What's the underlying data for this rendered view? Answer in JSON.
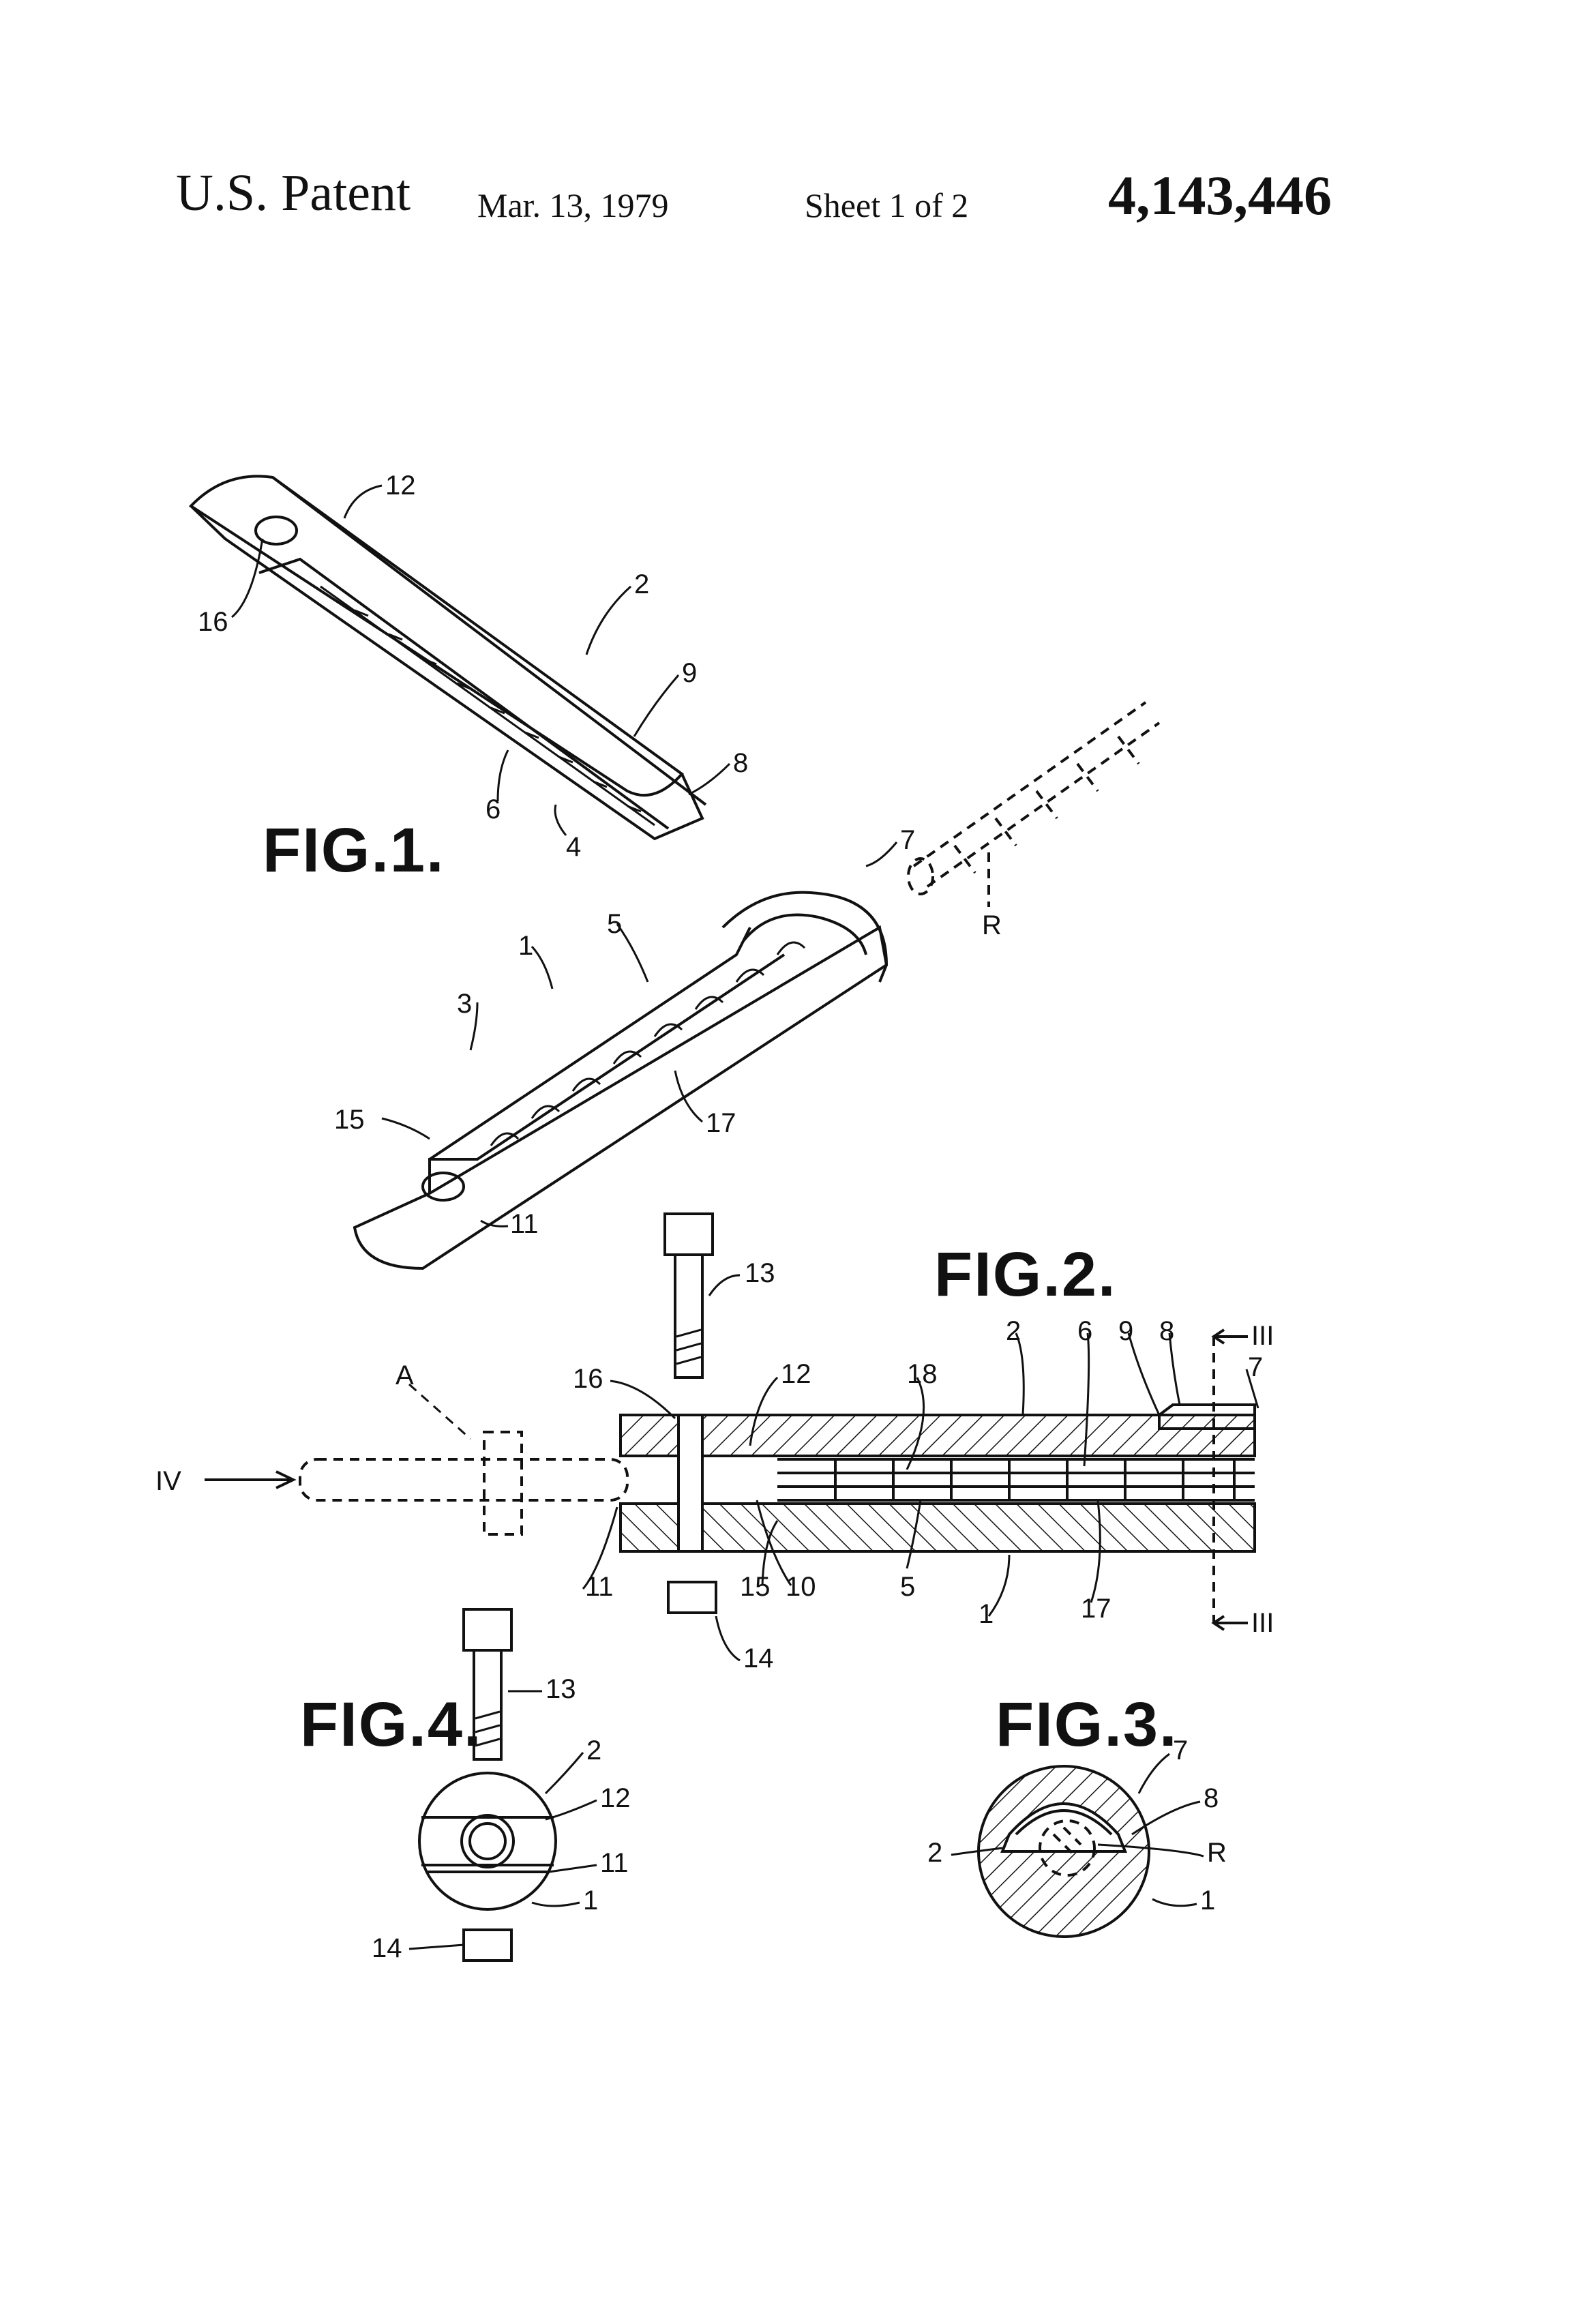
{
  "header": {
    "title": "U.S. Patent",
    "date": "Mar. 13, 1979",
    "sheet": "Sheet 1 of 2",
    "patent_number": "4,143,446"
  },
  "figures": {
    "fig1": {
      "label": "FIG.1.",
      "refs": [
        "12",
        "16",
        "2",
        "9",
        "8",
        "6",
        "4",
        "7",
        "R",
        "5",
        "1",
        "3",
        "15",
        "17",
        "11"
      ]
    },
    "fig2": {
      "label": "FIG.2.",
      "refs": [
        "13",
        "16",
        "12",
        "18",
        "2",
        "6",
        "9",
        "8",
        "III",
        "7",
        "A",
        "IV",
        "11",
        "15",
        "10",
        "5",
        "1",
        "17",
        "III",
        "14"
      ]
    },
    "fig3": {
      "label": "FIG.3.",
      "refs": [
        "7",
        "8",
        "2",
        "R",
        "1"
      ]
    },
    "fig4": {
      "label": "FIG.4.",
      "refs": [
        "13",
        "2",
        "12",
        "11",
        "1",
        "14"
      ]
    }
  }
}
